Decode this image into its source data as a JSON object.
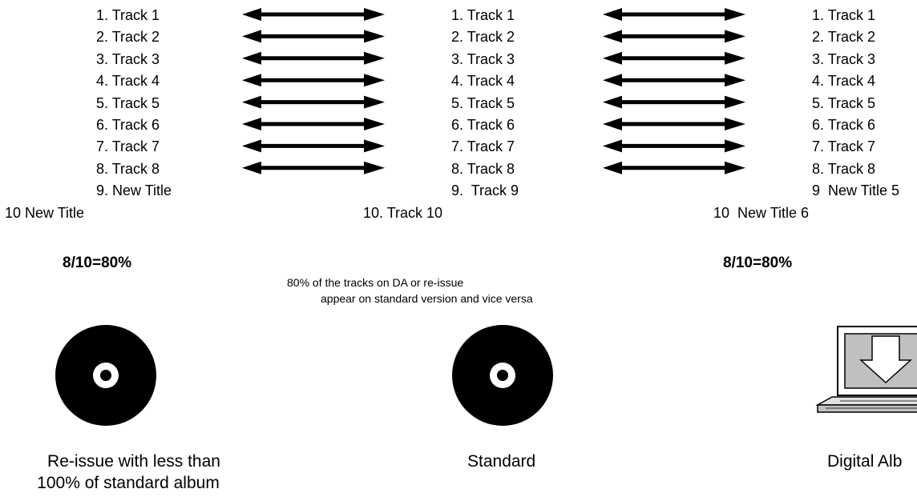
{
  "columns": {
    "reissue": {
      "tracks": [
        "1. Track 1",
        "2. Track 2",
        "3. Track 3",
        "4. Track 4",
        "5. Track 5",
        "6. Track 6",
        "7. Track 7",
        "8. Track 8",
        "9. New Title"
      ],
      "last_track": "10 New Title",
      "ratio": "8/10=80%",
      "caption_line1": "Re-issue with less than",
      "caption_line2": "100% of standard album",
      "icon": "disc-icon"
    },
    "standard": {
      "tracks": [
        "1. Track 1",
        "2. Track 2",
        "3. Track 3",
        "4. Track 4",
        "5. Track 5",
        "6. Track 6",
        "7. Track 7",
        "8. Track 8",
        "9.  Track 9"
      ],
      "last_track": "10. Track 10",
      "caption": "Standard",
      "icon": "disc-icon"
    },
    "digital": {
      "tracks": [
        "1. Track 1",
        "2. Track 2",
        "3. Track 3",
        "4. Track 4",
        "5. Track 5",
        "6. Track 6",
        "7. Track 7",
        "8. Track 8",
        "9  New Title 5"
      ],
      "last_track": "10  New Title 6",
      "ratio": "8/10=80%",
      "caption": "Digital Alb",
      "icon": "laptop-download-icon"
    }
  },
  "note": {
    "line1": "80% of the tracks on DA or re-issue",
    "line2": "appear on standard version and vice versa"
  },
  "arrows": {
    "left_count": 8,
    "right_count": 8
  }
}
